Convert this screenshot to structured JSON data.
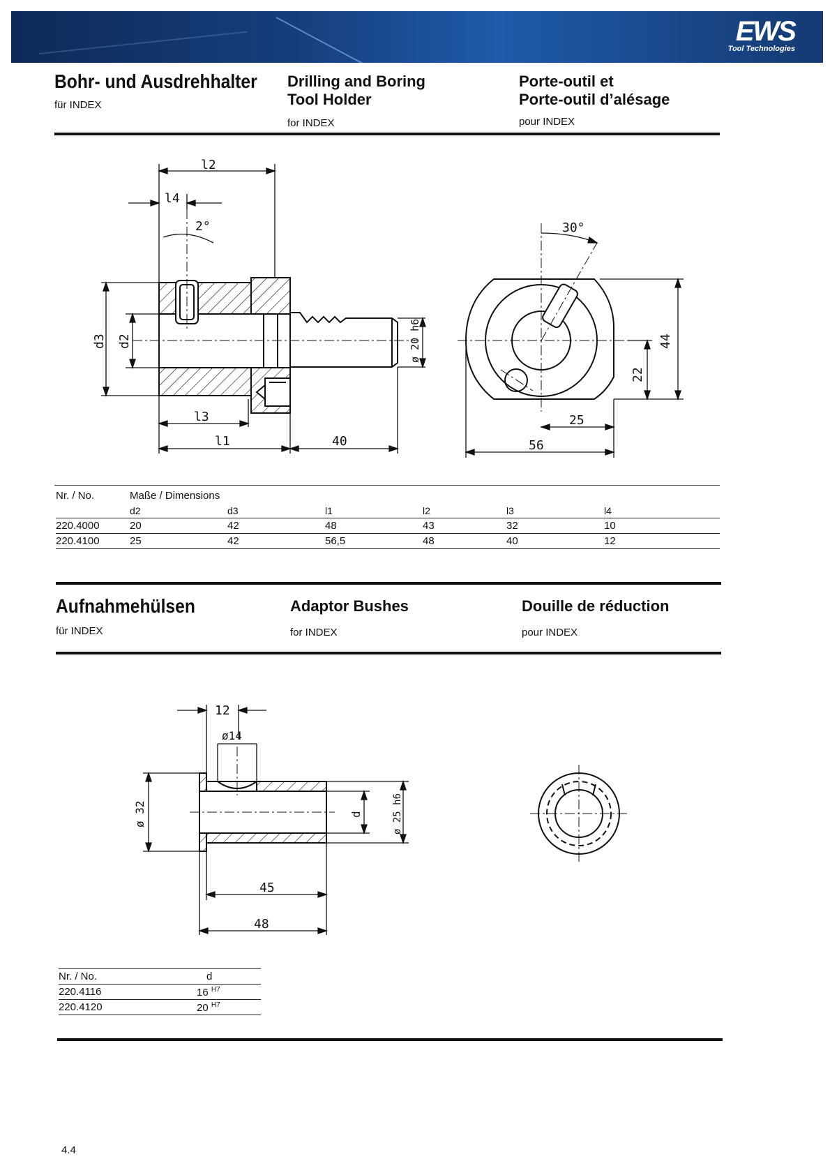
{
  "brand": {
    "logo": "EWS",
    "tagline": "Tool Technologies"
  },
  "section1": {
    "de": {
      "title": "Bohr- und Ausdrehhalter",
      "sub": "für INDEX"
    },
    "en": {
      "title_line1": "Drilling and Boring",
      "title_line2": "Tool Holder",
      "sub": "for INDEX"
    },
    "fr": {
      "title_line1": "Porte-outil et",
      "title_line2": "Porte-outil d’alésage",
      "sub": "pour INDEX"
    },
    "drawing_labels": {
      "l2": "l2",
      "l4": "l4",
      "angle": "2°",
      "d3": "d3",
      "d2": "d2",
      "l3": "l3",
      "l1": "l1",
      "len40": "40",
      "shank": "ø 20 h6",
      "angle30": "30°",
      "h44": "44",
      "h22": "22",
      "w25": "25",
      "w56": "56"
    },
    "table": {
      "col_no": "Nr. / No.",
      "col_dims": "Maße / Dimensions",
      "headers": [
        "d2",
        "d3",
        "l1",
        "l2",
        "l3",
        "l4"
      ],
      "rows": [
        {
          "no": "220.4000",
          "vals": [
            "20",
            "42",
            "48",
            "43",
            "32",
            "10"
          ]
        },
        {
          "no": "220.4100",
          "vals": [
            "25",
            "42",
            "56,5",
            "48",
            "40",
            "12"
          ]
        }
      ]
    }
  },
  "section2": {
    "de": {
      "title": "Aufnahmehülsen",
      "sub": "für INDEX"
    },
    "en": {
      "title": "Adaptor Bushes",
      "sub": "for INDEX"
    },
    "fr": {
      "title": "Douille de réduction",
      "sub": "pour INDEX"
    },
    "drawing_labels": {
      "w12": "12",
      "d14": "ø14",
      "d32": "ø 32",
      "d": "d",
      "d25": "ø 25 h6",
      "l45": "45",
      "l48": "48"
    },
    "table": {
      "col_no": "Nr. / No.",
      "col_d": "d",
      "rows": [
        {
          "no": "220.4116",
          "d": "16",
          "tol": "H7"
        },
        {
          "no": "220.4120",
          "d": "20",
          "tol": "H7"
        }
      ]
    }
  },
  "page_number": "4.4"
}
